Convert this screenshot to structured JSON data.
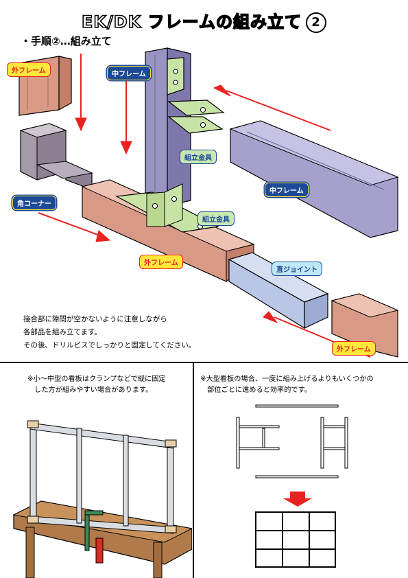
{
  "title": {
    "text": "EK/DK フレームの組み立て",
    "number": "2"
  },
  "step_heading": "・手順②…組み立て",
  "labels": {
    "outer_frame_top_left": "外フレーム",
    "middle_frame_vertical": "中フレーム",
    "assembly_bracket_upper": "組立金具",
    "corner": "角コーナー",
    "middle_frame_horizontal": "中フレーム",
    "assembly_bracket_lower": "組立金具",
    "outer_frame_center": "外フレーム",
    "straight_joint": "直ジョイント",
    "outer_frame_right": "外フレーム"
  },
  "instructions": [
    "接合部に隙間が空かないように注意しながら",
    "各部品を組み立てます。",
    "その後、ドリルビスでしっかりと固定してください。"
  ],
  "note_left": [
    "※小～中型の看板はクランプなどで縦に固定",
    "　した方が組みやすい場合があります。"
  ],
  "note_right": [
    "※大型看板の場合、一度に組み上げるよりもいくつかの",
    "　部位ごとに進めると効率的です。"
  ],
  "colors": {
    "arrow_red": "#e8231f",
    "purple_frame": "#9a94c2",
    "brown_frame": "#d89a86",
    "bracket_green": "#c8e3a6",
    "joint_blue": "#b9c6e6"
  }
}
